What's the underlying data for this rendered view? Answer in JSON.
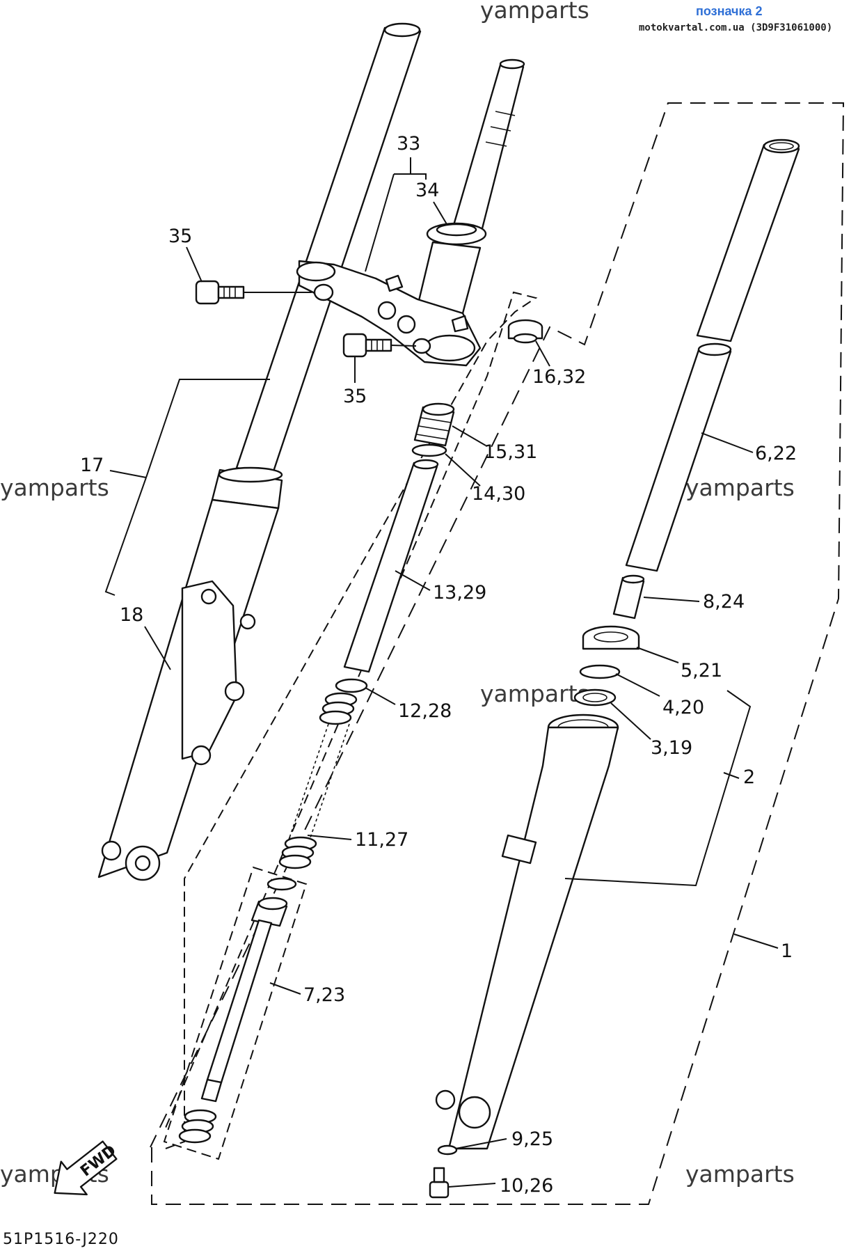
{
  "header": {
    "link_text": "позначка 2",
    "site_text": "motokvartal.com.ua (3D9F31061000)",
    "link_color": "#2e6fd6"
  },
  "watermarks": [
    "yamparts",
    "yamparts",
    "yamparts",
    "yamparts",
    "yamparts",
    "yamparts"
  ],
  "callouts": {
    "c1": "1",
    "c2": "2",
    "c3_19": "3,19",
    "c4_20": "4,20",
    "c5_21": "5,21",
    "c6_22": "6,22",
    "c7_23": "7,23",
    "c8_24": "8,24",
    "c9_25": "9,25",
    "c10_26": "10,26",
    "c11_27": "11,27",
    "c12_28": "12,28",
    "c13_29": "13,29",
    "c14_30": "14,30",
    "c15_31": "15,31",
    "c16_32": "16,32",
    "c17": "17",
    "c18": "18",
    "c33": "33",
    "c34": "34",
    "c35a": "35",
    "c35b": "35"
  },
  "fwd_label": "FWD",
  "diagram_code": "51P1516-J220"
}
